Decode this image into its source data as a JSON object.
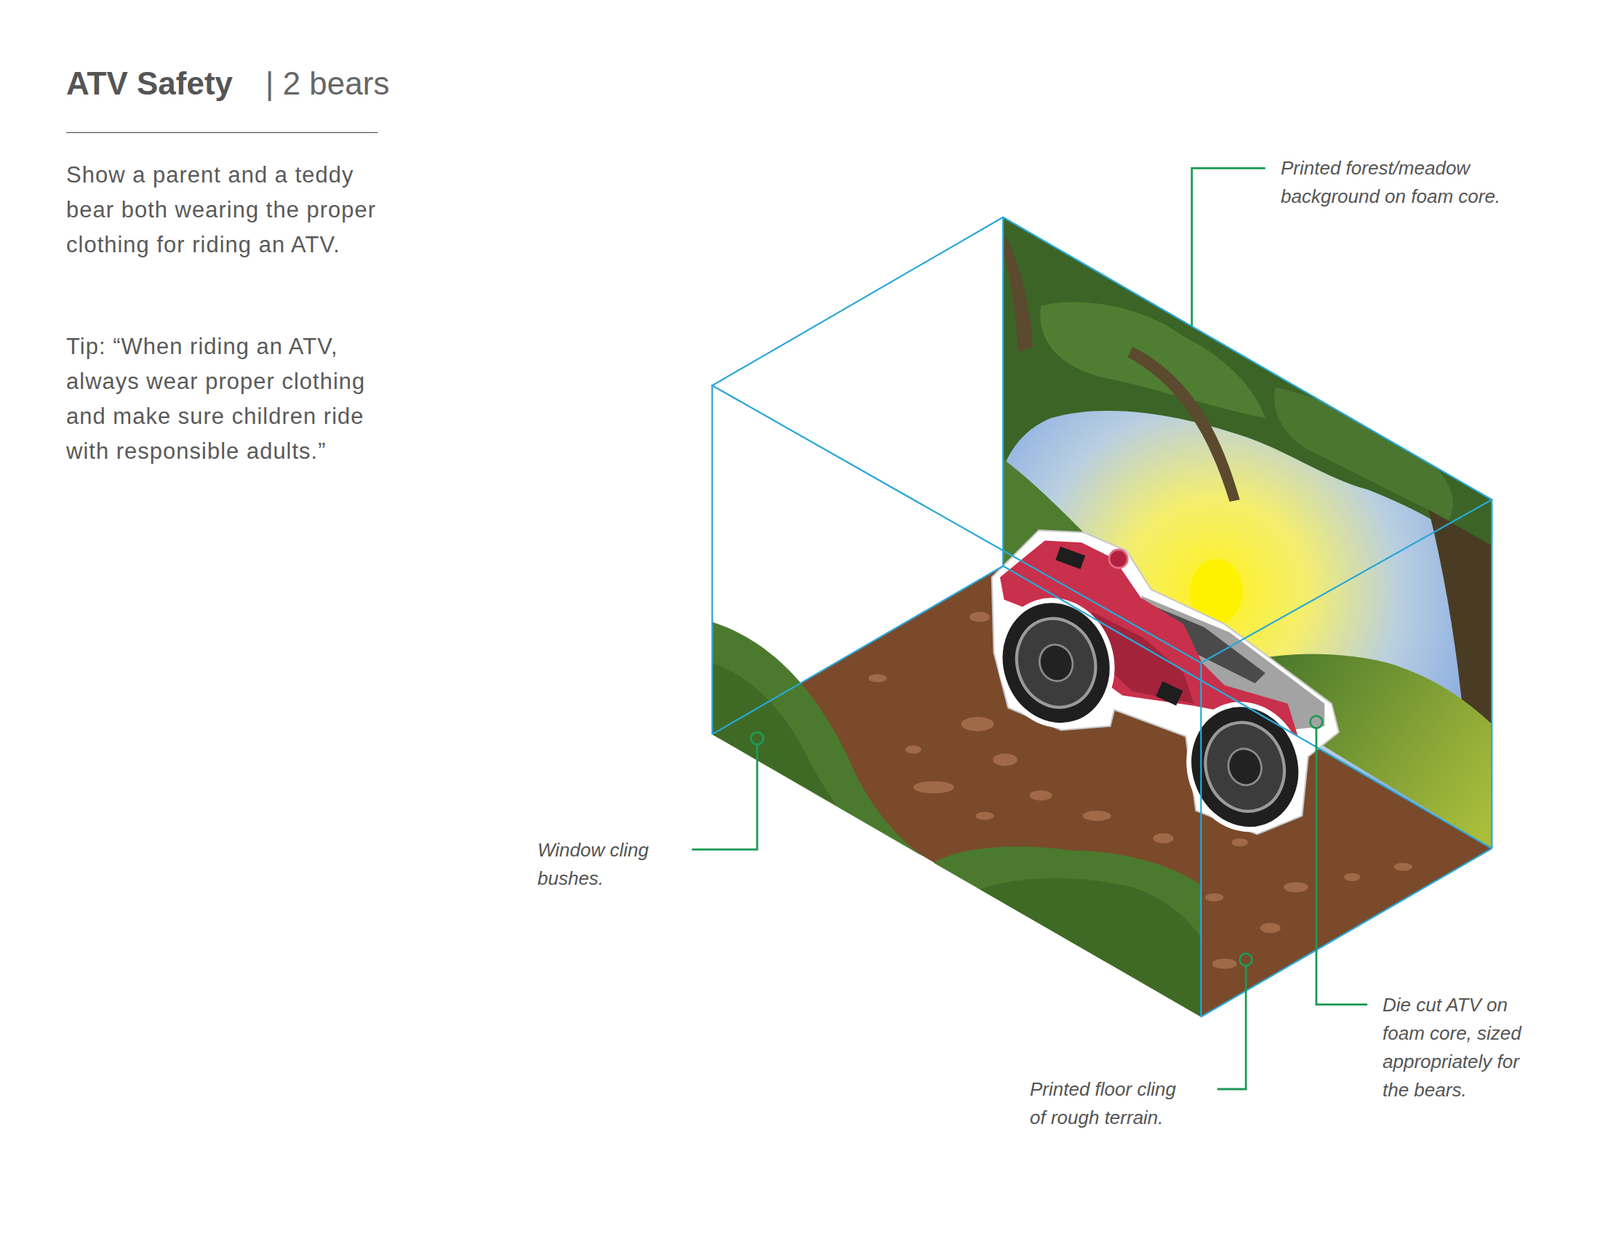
{
  "diagram": {
    "title": "ATV Safety",
    "labels": [
      "| 2 bears",
      "Show a parent and a teddy bear both wearing the proper clothing for riding an ATV.",
      "Tip: “When riding an ATV, always wear proper clothing and make sure children ride with responsible adults.”",
      "Printed forest/meadow background on foam core.",
      "Window cling bushes.",
      "Die cut ATV on foam core, sized appropriately for the bears.",
      "Printed floor cling of rough terrain."
    ]
  }
}
